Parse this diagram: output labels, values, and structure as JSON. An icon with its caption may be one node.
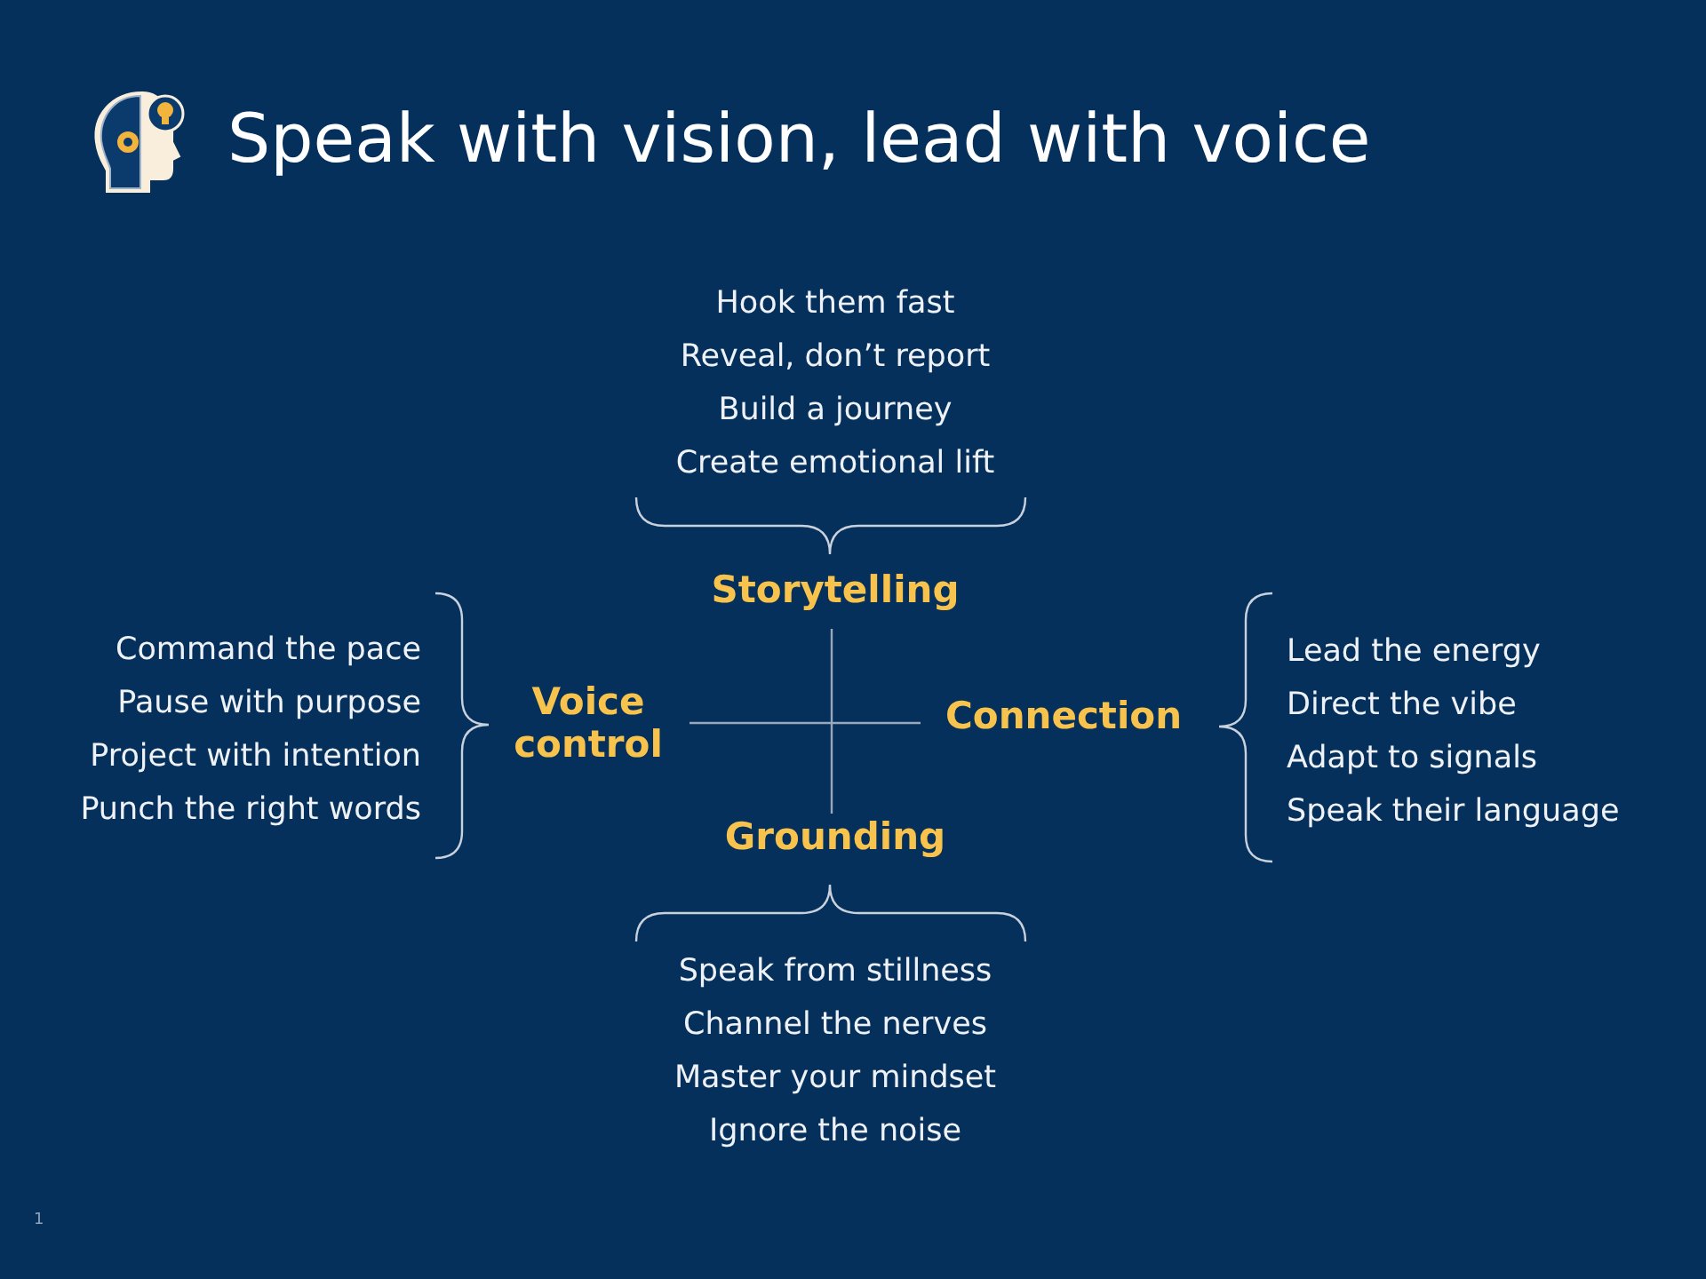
{
  "diagram": {
    "title": "Speak with vision, lead with voice",
    "nodes": [
      {
        "text": [
          "Storytelling"
        ],
        "beside": [
          "Hook them fast",
          "Reveal, don’t report",
          "Build a journey",
          "Create emotional lift"
        ]
      },
      {
        "text": [
          "Voice control"
        ],
        "beside": [
          "Command the pace",
          "Pause with purpose",
          "Project with intention",
          "Punch the right words"
        ]
      },
      {
        "text": [
          "Connection"
        ],
        "beside": [
          "Lead the energy",
          "Direct the vibe",
          "Adapt to signals",
          "Speak their language"
        ]
      },
      {
        "text": [
          "Grounding"
        ],
        "beside": [
          "Speak from stillness",
          "Channel the nerves",
          "Master your mindset",
          "Ignore the noise"
        ]
      }
    ],
    "edges": [],
    "labels": [
      "1"
    ]
  }
}
